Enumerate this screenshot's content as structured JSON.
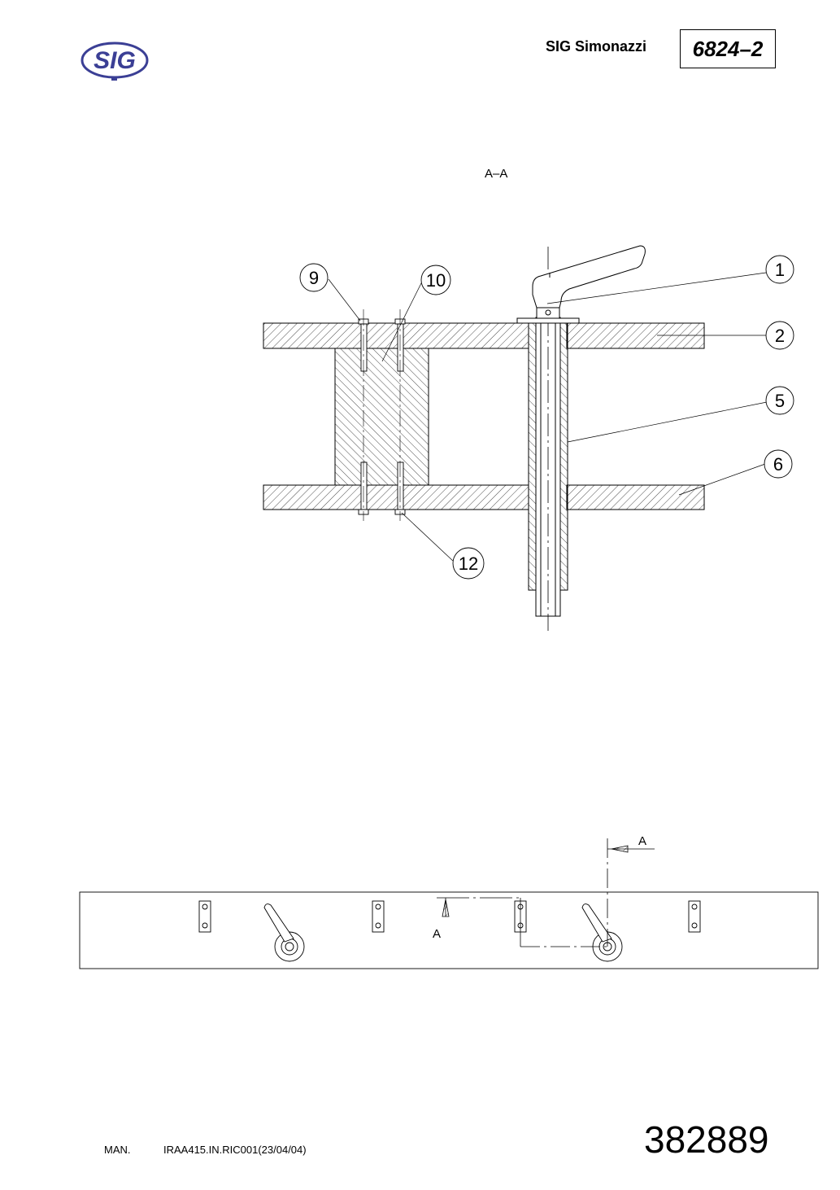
{
  "header": {
    "logo_text": "SIG",
    "company": "SIG Simonazzi",
    "drawing_code": "6824–2"
  },
  "section_view": {
    "label": "A–A",
    "callouts": [
      {
        "id": "c1",
        "text": "1"
      },
      {
        "id": "c2",
        "text": "2"
      },
      {
        "id": "c5",
        "text": "5"
      },
      {
        "id": "c6",
        "text": "6"
      },
      {
        "id": "c9",
        "text": "9"
      },
      {
        "id": "c10",
        "text": "10"
      },
      {
        "id": "c12",
        "text": "12"
      }
    ]
  },
  "plan_view": {
    "section_marker_top": "A",
    "section_marker_bottom": "A"
  },
  "footer": {
    "man_label": "MAN.",
    "reference": "IRAA415.IN.RIC001(23/04/04)",
    "page_number": "382889"
  },
  "colors": {
    "logo_blue": "#3b3f95",
    "line": "#000000"
  }
}
